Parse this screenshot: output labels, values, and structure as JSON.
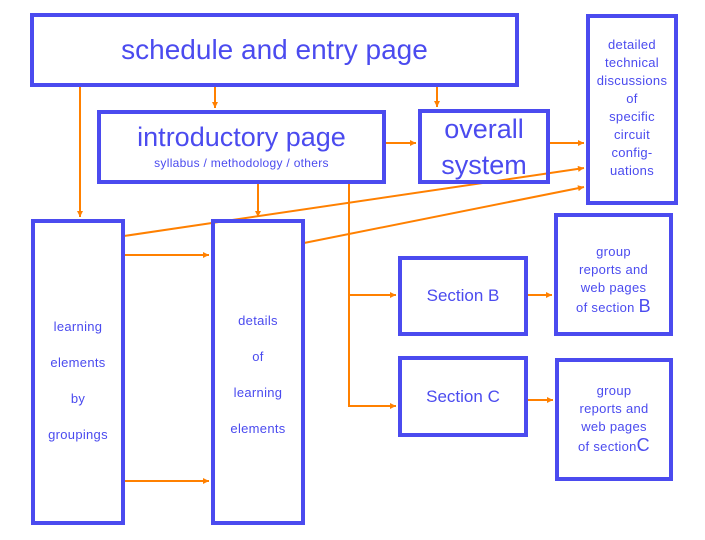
{
  "diagram": {
    "colors": {
      "box": "#4b4bef",
      "arrow": "#ff8000",
      "background": "#ffffff"
    },
    "nodes": {
      "schedule": {
        "label": "schedule and entry page"
      },
      "intro": {
        "label": "introductory page",
        "sublabel": "syllabus / methodology / others"
      },
      "overall": {
        "lines": [
          "overall",
          "system"
        ]
      },
      "technical": {
        "lines": [
          "detailed",
          "technical",
          "discussions",
          "of",
          "specific",
          "circuit",
          "config-",
          "uations"
        ]
      },
      "learning_groups": {
        "lines": [
          "learning",
          "elements",
          "by",
          "groupings"
        ]
      },
      "learning_details": {
        "lines": [
          "details",
          "of",
          "learning",
          "elements"
        ]
      },
      "section_b": {
        "label": "Section B"
      },
      "section_c": {
        "label": "Section C"
      },
      "group_b": {
        "lines": [
          "group",
          "reports and",
          "web pages",
          "of section"
        ],
        "letter": "B"
      },
      "group_c": {
        "lines": [
          "group",
          "reports and",
          "web pages",
          "of section"
        ],
        "letter": "C"
      }
    },
    "edges": [
      {
        "from": "schedule",
        "to": "learning_groups"
      },
      {
        "from": "schedule",
        "to": "intro"
      },
      {
        "from": "schedule",
        "to": "overall"
      },
      {
        "from": "intro",
        "to": "overall"
      },
      {
        "from": "intro",
        "to": "learning_details"
      },
      {
        "from": "intro",
        "to": "section_b"
      },
      {
        "from": "intro",
        "to": "section_c"
      },
      {
        "from": "overall",
        "to": "technical"
      },
      {
        "from": "learning_groups",
        "to": "technical"
      },
      {
        "from": "learning_details",
        "to": "technical"
      },
      {
        "from": "learning_groups",
        "to": "learning_details"
      },
      {
        "from": "learning_groups",
        "to": "learning_details"
      },
      {
        "from": "section_b",
        "to": "group_b"
      },
      {
        "from": "section_c",
        "to": "group_c"
      }
    ]
  }
}
